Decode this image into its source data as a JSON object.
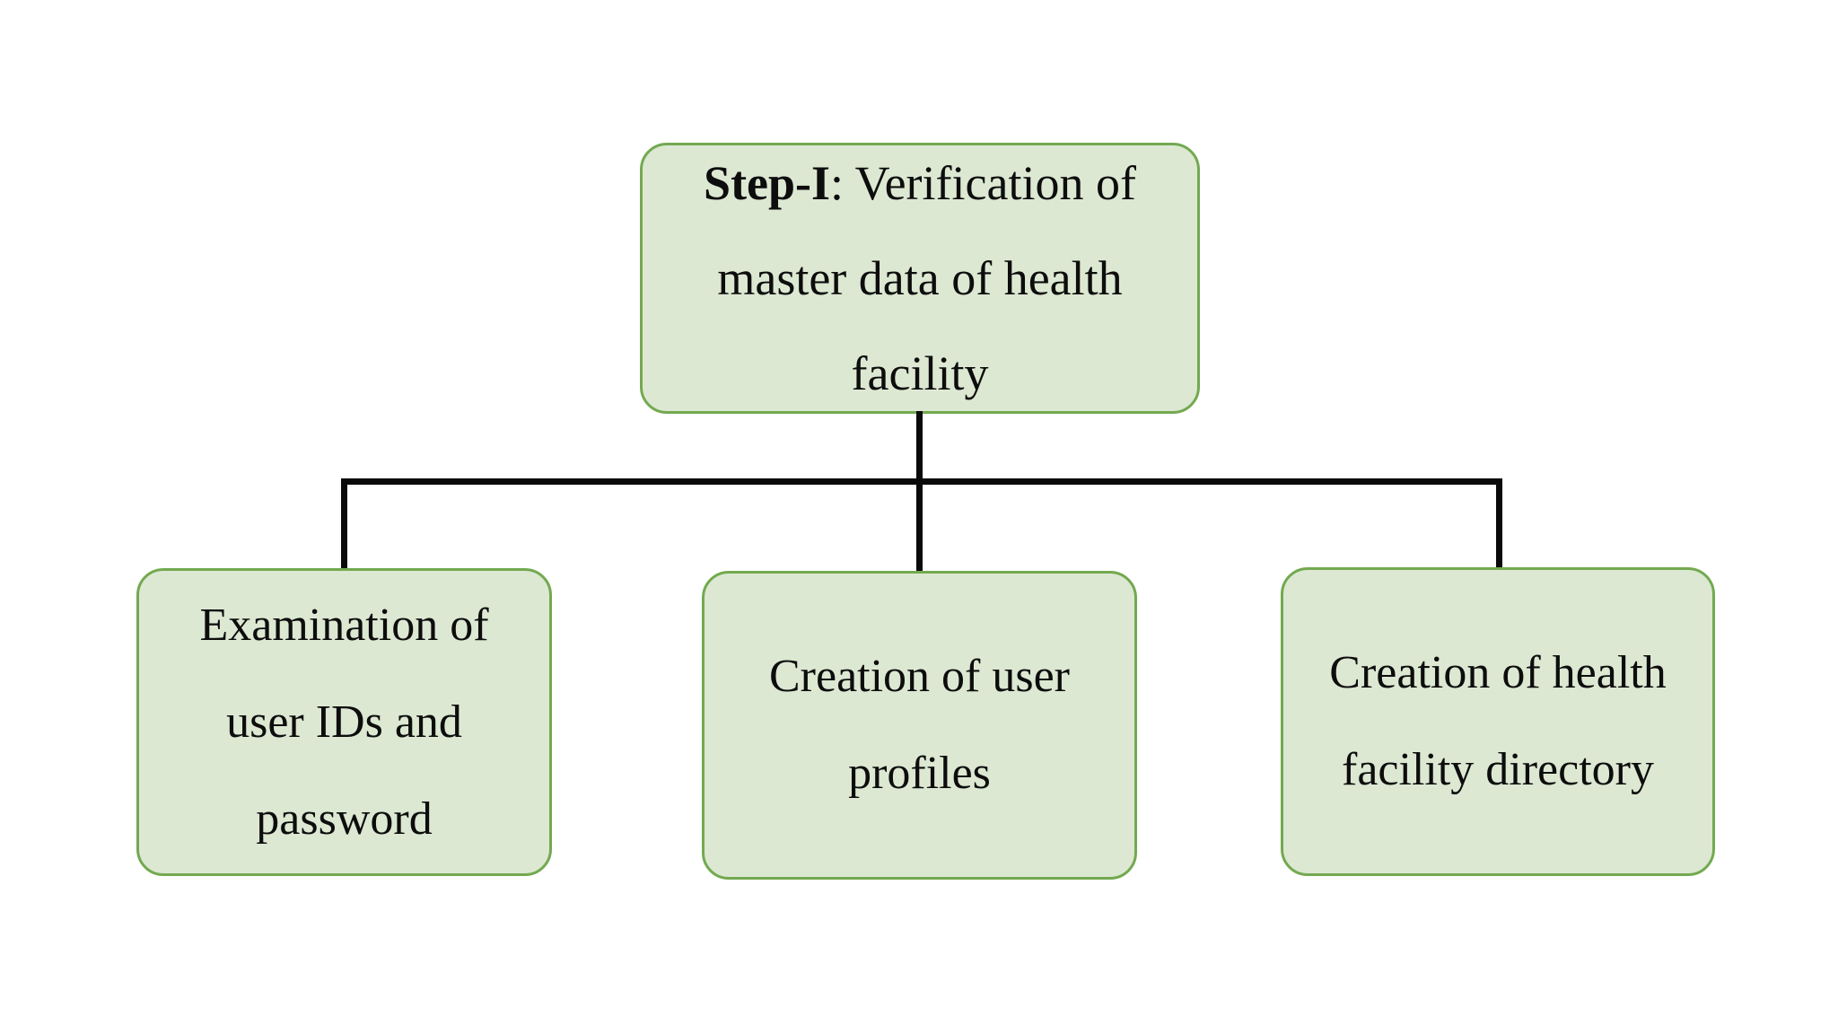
{
  "diagram": {
    "type": "flowchart",
    "colors": {
      "background": "#ffffff",
      "box_fill": "#dce8d2",
      "box_border": "#73a950",
      "text": "#0d0d0d",
      "connector": "#0a0a0a"
    },
    "root": {
      "bold_prefix": "Step-I",
      "line1_rest": ": Verification of",
      "line2": "master data of health",
      "line3": "facility"
    },
    "children": [
      {
        "lines": [
          "Examination of",
          "user IDs and",
          "password"
        ]
      },
      {
        "lines": [
          "Creation of user",
          "profiles"
        ]
      },
      {
        "lines": [
          "Creation of health",
          "facility directory"
        ]
      }
    ]
  }
}
